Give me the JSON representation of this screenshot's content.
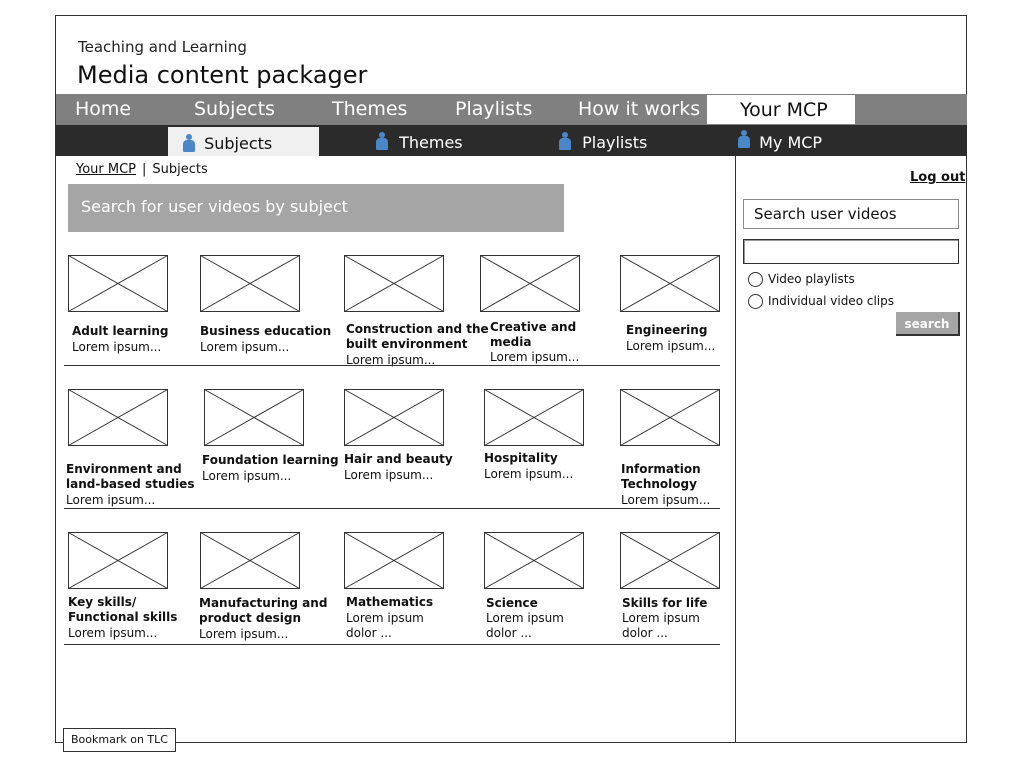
{
  "site": {
    "supertitle": "Teaching and Learning",
    "title": "Media content packager"
  },
  "main_nav": {
    "items": [
      {
        "label": "Home"
      },
      {
        "label": "Subjects"
      },
      {
        "label": "Themes"
      },
      {
        "label": "Playlists"
      },
      {
        "label": "How it works"
      },
      {
        "label": "Your MCP",
        "active": true
      }
    ]
  },
  "sub_nav": {
    "items": [
      {
        "label": "Subjects",
        "icon": "person-icon",
        "active": true
      },
      {
        "label": "Themes",
        "icon": "person-icon"
      },
      {
        "label": "Playlists",
        "icon": "person-icon"
      },
      {
        "label": "My MCP",
        "icon": "person-icon"
      }
    ]
  },
  "breadcrumb": {
    "link": "Your MCP",
    "separator": "|",
    "current": "Subjects"
  },
  "search_banner": "Search for user videos by subject",
  "subjects": [
    {
      "title": "Adult learning",
      "desc": "Lorem ipsum..."
    },
    {
      "title": "Business education",
      "desc": "Lorem ipsum..."
    },
    {
      "title": "Construction and the\nbuilt environment",
      "desc": "Lorem ipsum..."
    },
    {
      "title": "Creative and\nmedia",
      "desc": "Lorem ipsum..."
    },
    {
      "title": "Engineering",
      "desc": "Lorem ipsum..."
    },
    {
      "title": "Environment and\nland-based studies",
      "desc": "Lorem ipsum..."
    },
    {
      "title": "Foundation learning",
      "desc": "Lorem ipsum..."
    },
    {
      "title": "Hair and beauty",
      "desc": "Lorem ipsum..."
    },
    {
      "title": "Hospitality",
      "desc": "Lorem ipsum..."
    },
    {
      "title": "Information\nTechnology",
      "desc": "Lorem ipsum..."
    },
    {
      "title": "Key skills/\nFunctional skills",
      "desc": "Lorem ipsum..."
    },
    {
      "title": "Manufacturing and\nproduct design",
      "desc": "Lorem ipsum..."
    },
    {
      "title": "Mathematics",
      "desc": "Lorem ipsum\ndolor ..."
    },
    {
      "title": "Science",
      "desc": "Lorem ipsum\ndolor ..."
    },
    {
      "title": "Skills for life",
      "desc": "Lorem ipsum\ndolor ..."
    }
  ],
  "sidebar": {
    "logout": "Log out",
    "search_label": "Search user videos",
    "search_value": "",
    "options": [
      {
        "label": "Video playlists",
        "checked": false
      },
      {
        "label": "Individual video clips",
        "checked": false
      }
    ],
    "search_button": "search"
  },
  "footer": {
    "bookmark": "Bookmark on TLC"
  },
  "colors": {
    "nav_bg": "#808080",
    "subnav_bg": "#2b2b2b",
    "banner_bg": "#a5a5a5",
    "icon_blue": "#4a86c8"
  }
}
